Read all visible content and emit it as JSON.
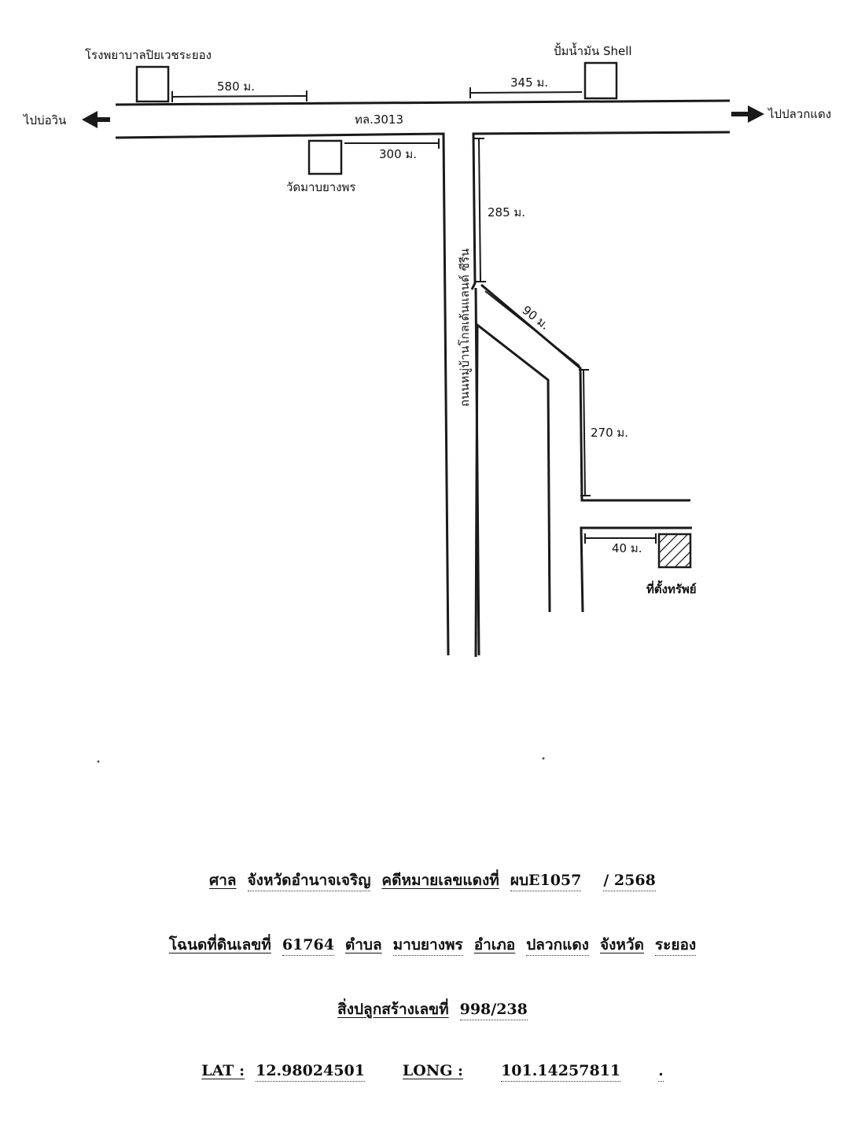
{
  "map": {
    "landmarks": {
      "hospital": "โรงพยาบาลปิยเวชระยอง",
      "shell": "ปั้มน้ำมัน Shell",
      "temple": "วัดมาบยางพร",
      "property": "ที่ตั้งทรัพย์"
    },
    "directions": {
      "west": "ไปบ่อวิน",
      "east": "ไปปลวกแดง"
    },
    "roads": {
      "main": "ทล.3013",
      "side": "ถนนหมู่บ้านโกลเด้นแลนด์ ซีรีน"
    },
    "distances": {
      "d580": "580 ม.",
      "d345": "345 ม.",
      "d300": "300 ม.",
      "d285": "285 ม.",
      "d90": "90 ม.",
      "d270": "270 ม.",
      "d40": "40 ม."
    }
  },
  "footer": {
    "line1": {
      "court_label": "ศาล",
      "court_value": "จังหวัดอำนาจเจริญ",
      "case_label": "คดีหมายเลขแดงที่",
      "case_value": "ผบE1057",
      "case_year": "/ 2568"
    },
    "line2": {
      "deed_label": "โฉนดที่ดินเลขที่",
      "deed_value": "61764",
      "tambon_label": "ตำบล",
      "tambon_value": "มาบยางพร",
      "amphoe_label": "อำเภอ",
      "amphoe_value": "ปลวกแดง",
      "province_label": "จังหวัด",
      "province_value": "ระยอง"
    },
    "line3": {
      "building_label": "สิ่งปลูกสร้างเลขที่",
      "building_value": "998/238"
    },
    "line4": {
      "lat_label": "LAT :",
      "lat_value": "12.98024501",
      "long_label": "LONG :",
      "long_value": "101.14257811",
      "end": "."
    }
  }
}
